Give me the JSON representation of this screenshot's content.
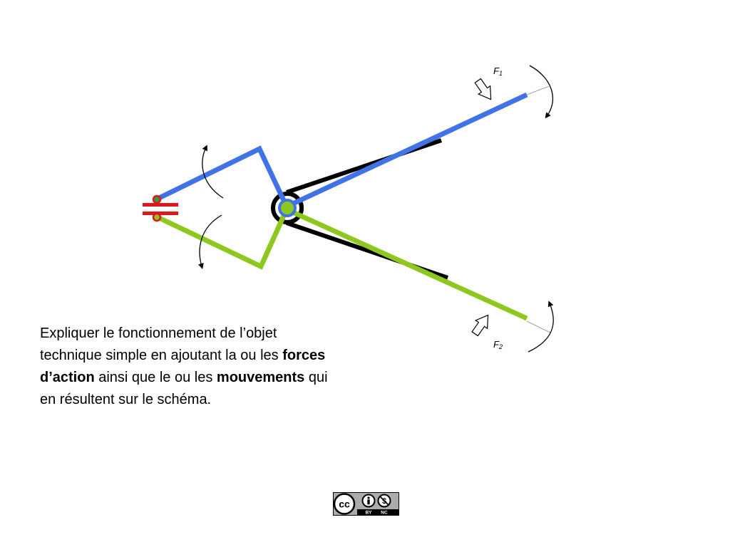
{
  "diagram": {
    "force_labels": [
      {
        "letter": "F",
        "subscript": "1"
      },
      {
        "letter": "F",
        "subscript": "2"
      }
    ],
    "colors": {
      "upper_arm": "#3f73e6",
      "lower_arm": "#8cc81e",
      "jaw_rest": "#000000",
      "pivot_ring": "#000000",
      "clamp": "#e0161d",
      "force_arrow": "#000000"
    }
  },
  "instructions": {
    "part1": "Expliquer le fonctionnement de l’objet technique simple en ajoutant la ou les ",
    "bold1": "forces d’action",
    "part2": " ainsi que le ou les ",
    "bold2": "mouvements",
    "part3": " qui en résultent sur le schéma."
  },
  "license": {
    "cc_text": "cc",
    "by_text": "BY",
    "nc_text": "NC",
    "icons": [
      "cc-icon",
      "attribution-icon",
      "non-commercial-icon"
    ]
  }
}
